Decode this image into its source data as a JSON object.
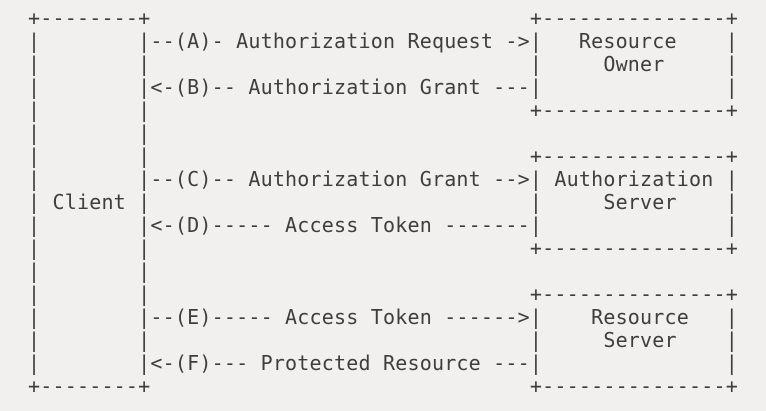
{
  "colors": {
    "background": "#f1f0ee",
    "text": "#3e3e3e"
  },
  "diagram": {
    "lines": [
      "+--------+                               +---------------+",
      "|        |--(A)- Authorization Request ->|   Resource    |",
      "|        |                               |     Owner     |",
      "|        |<-(B)-- Authorization Grant ---|               |",
      "|        |                               +---------------+",
      "|        |",
      "|        |                               +---------------+",
      "|        |--(C)-- Authorization Grant -->| Authorization |",
      "| Client |                               |     Server    |",
      "|        |<-(D)----- Access Token -------|               |",
      "|        |                               +---------------+",
      "|        |",
      "|        |                               +---------------+",
      "|        |--(E)----- Access Token ------>|    Resource   |",
      "|        |                               |     Server    |",
      "|        |<-(F)--- Protected Resource ---|               |",
      "+--------+                               +---------------+"
    ],
    "entities": [
      "Client",
      "Resource Owner",
      "Authorization Server",
      "Resource Server"
    ],
    "steps": [
      {
        "id": "A",
        "label": "Authorization Request",
        "from": "Client",
        "to": "Resource Owner"
      },
      {
        "id": "B",
        "label": "Authorization Grant",
        "from": "Resource Owner",
        "to": "Client"
      },
      {
        "id": "C",
        "label": "Authorization Grant",
        "from": "Client",
        "to": "Authorization Server"
      },
      {
        "id": "D",
        "label": "Access Token",
        "from": "Authorization Server",
        "to": "Client"
      },
      {
        "id": "E",
        "label": "Access Token",
        "from": "Client",
        "to": "Resource Server"
      },
      {
        "id": "F",
        "label": "Protected Resource",
        "from": "Resource Server",
        "to": "Client"
      }
    ]
  }
}
